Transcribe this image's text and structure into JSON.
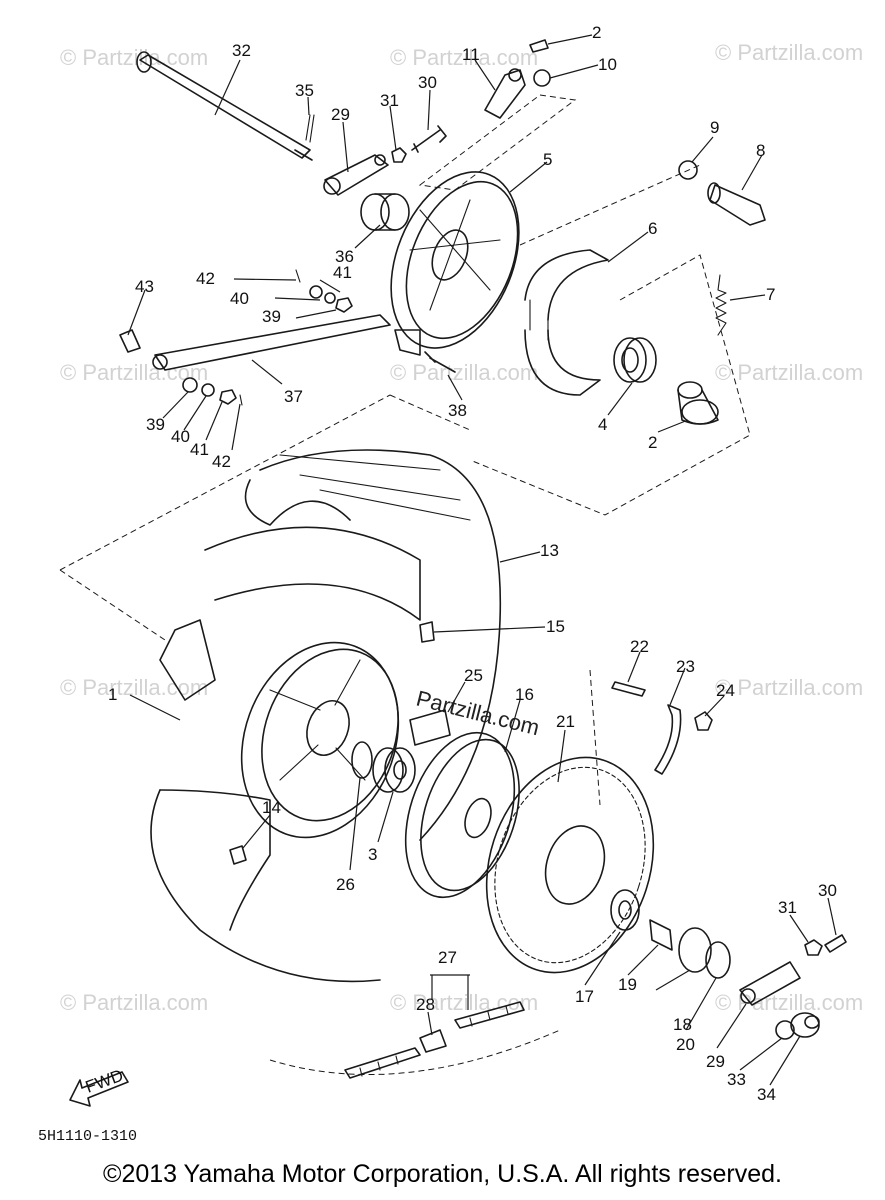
{
  "watermark": {
    "text": "© Partzilla.com",
    "overlay_text": "Partzilla.com"
  },
  "fwd_label": "FWD",
  "diagram_code": "5H1110-1310",
  "callouts": [
    "1",
    "2",
    "2",
    "3",
    "4",
    "5",
    "6",
    "7",
    "8",
    "9",
    "10",
    "11",
    "13",
    "14",
    "15",
    "16",
    "17",
    "18",
    "19",
    "20",
    "21",
    "22",
    "23",
    "24",
    "25",
    "26",
    "27",
    "28",
    "29",
    "29",
    "30",
    "30",
    "31",
    "31",
    "32",
    "33",
    "34",
    "35",
    "36",
    "37",
    "38",
    "39",
    "39",
    "40",
    "40",
    "41",
    "41",
    "42",
    "42",
    "43"
  ],
  "copyright": "©2013  Yamaha Motor Corporation, U.S.A. All rights reserved."
}
